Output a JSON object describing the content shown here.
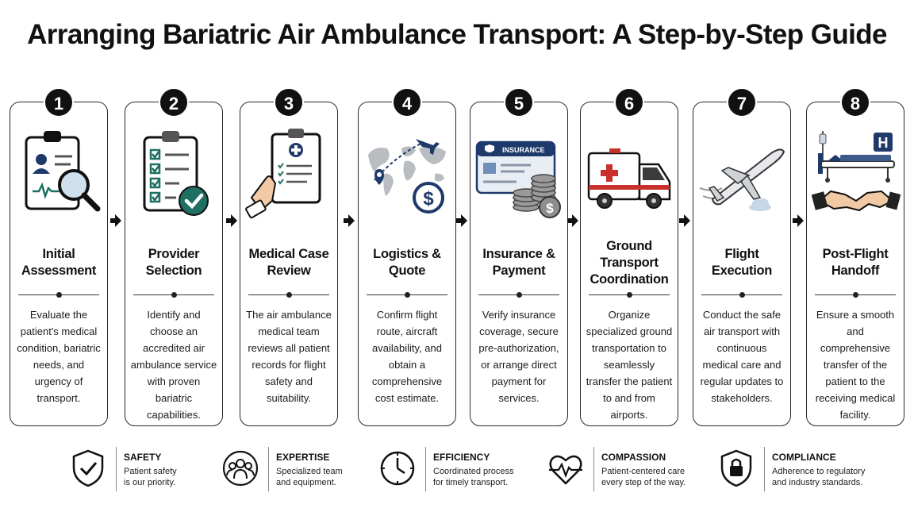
{
  "title": "Arranging Bariatric Air Ambulance Transport: A Step-by-Step Guide",
  "steps": [
    {
      "number": "1",
      "icon": "clipboard-magnifier-icon",
      "label": "Initial Assessment",
      "description": "Evaluate the patient's medical condition, bariatric needs, and urgency of transport."
    },
    {
      "number": "2",
      "icon": "checklist-clipboard-icon",
      "label": "Provider Selection",
      "description": "Identify and choose an accredited air ambulance service with proven bariatric capabilities."
    },
    {
      "number": "3",
      "icon": "medical-clipboard-hand-icon",
      "label": "Medical Case Review",
      "description": "The air ambulance medical team reviews all patient records for flight safety and suitability."
    },
    {
      "number": "4",
      "icon": "world-map-plane-icon",
      "label": "Logistics & Quote",
      "description": "Confirm flight route, aircraft availability, and obtain a comprehensive cost estimate."
    },
    {
      "number": "5",
      "icon": "insurance-card-coins-icon",
      "label": "Insurance & Payment",
      "card_text": "INSURANCE",
      "description": "Verify insurance coverage, secure pre-authorization, or arrange direct payment for services."
    },
    {
      "number": "6",
      "icon": "ground-ambulance-icon",
      "label": "Ground Transport Coordination",
      "description": "Organize specialized ground transportation to seamlessly transfer the patient to and from airports."
    },
    {
      "number": "7",
      "icon": "airplane-flight-icon",
      "label": "Flight Execution",
      "description": "Conduct the safe air transport with continuous medical care and regular updates to stakeholders."
    },
    {
      "number": "8",
      "icon": "hospital-bed-handshake-icon",
      "label": "Post-Flight Handoff",
      "sign_text": "H",
      "description": "Ensure a smooth and comprehensive transfer of the patient to the receiving medical facility."
    }
  ],
  "values": [
    {
      "icon": "shield-check-icon",
      "title": "SAFETY",
      "line1": "Patient safety",
      "line2": "is our priority."
    },
    {
      "icon": "team-icon",
      "title": "EXPERTISE",
      "line1": "Specialized team",
      "line2": "and equipment."
    },
    {
      "icon": "clock-icon",
      "title": "EFFICIENCY",
      "line1": "Coordinated process",
      "line2": "for timely transport."
    },
    {
      "icon": "heartbeat-icon",
      "title": "COMPASSION",
      "line1": "Patient-centered care",
      "line2": "every step of the way."
    },
    {
      "icon": "padlock-shield-icon",
      "title": "COMPLIANCE",
      "line1": "Adherence to regulatory",
      "line2": "and industry standards."
    }
  ],
  "colors": {
    "ink": "#111111",
    "accent_teal": "#1f6f63",
    "accent_navy": "#1e3a6b",
    "accent_red": "#c9302c",
    "muted_blue": "#6f8fb8"
  }
}
